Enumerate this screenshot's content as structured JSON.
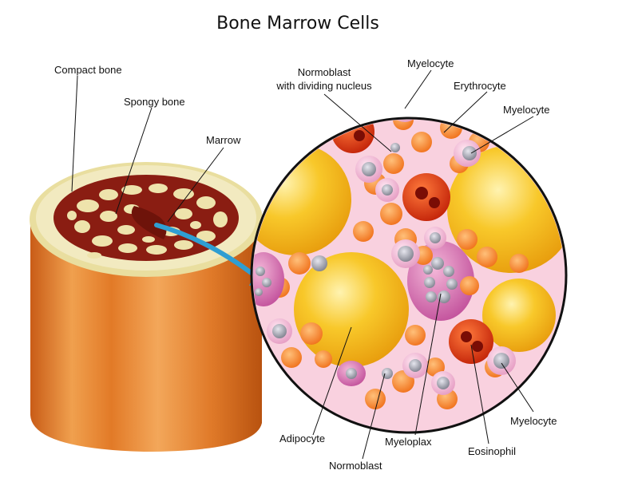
{
  "diagram": {
    "title": "Bone Marrow Cells",
    "labels": {
      "compact_bone": "Compact bone",
      "spongy_bone": "Spongy bone",
      "marrow": "Marrow",
      "normoblast_dividing_line1": "Normoblast",
      "normoblast_dividing_line2": "with dividing nucleus",
      "myelocyte_top": "Myelocyte",
      "erythrocyte": "Erythrocyte",
      "myelocyte_right": "Myelocyte",
      "myelocyte_bottom": "Myelocyte",
      "adipocyte": "Adipocyte",
      "myeloplax": "Myeloplax",
      "eosinophil": "Eosinophil",
      "normoblast": "Normoblast"
    },
    "colors": {
      "bone_orange": "#e9832c",
      "bone_cream": "#efe6b4",
      "marrow_red": "#8a1d12",
      "fat_yellow": "#f7be1b",
      "cell_orange": "#f6822a",
      "cell_pink": "#f6c1da",
      "background_pink": "#f9d1df",
      "arrow_blue": "#2f9ed2"
    }
  }
}
